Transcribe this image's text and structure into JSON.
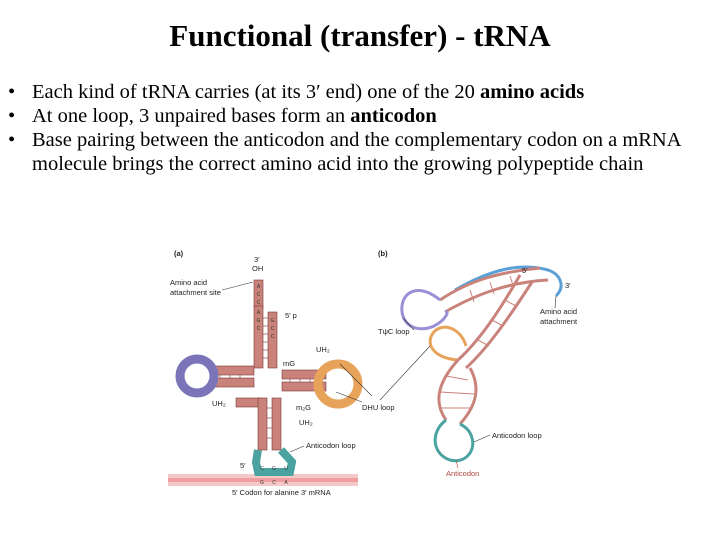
{
  "title": "Functional (transfer) - tRNA",
  "bullets": [
    {
      "pre": "Each kind of tRNA carries (at its 3′ end) one of the 20 ",
      "bold": "amino acids",
      "post": ""
    },
    {
      "pre": "At one loop, 3 unpaired bases form an ",
      "bold": "anticodon",
      "post": ""
    },
    {
      "pre": "Base pairing between the anticodon and the complementary codon on a mRNA molecule brings the correct amino acid into the growing polypeptide chain",
      "bold": "",
      "post": ""
    }
  ],
  "bullet_glyph": "•",
  "figure_a": {
    "panel_label": "(a)",
    "three_prime": "3′",
    "oh": "OH",
    "amino_acid_site": [
      "Amino acid",
      "attachment site"
    ],
    "five_prime_p": "5′ p",
    "mG": "mG",
    "uh2_right": "UH₂",
    "uh2_left": "UH₂",
    "m2G": "m₂G",
    "uh2_lower": "UH₂",
    "anticodon_loop": "Anticodon loop",
    "five_prime": "5′",
    "codon_caption": "5′ Codon for alanine 3′ mRNA",
    "codon_bases": [
      "G",
      "C",
      "A"
    ],
    "anticodon_bases": [
      "C",
      "G",
      "U"
    ],
    "accept_stem_bases": [
      "A",
      "C",
      "C",
      "A",
      "G",
      "C",
      "G",
      "C",
      "C"
    ]
  },
  "figure_b": {
    "panel_label": "(b)",
    "five_prime": "5′",
    "three_prime": "3′",
    "tpsic_loop": "TψC loop",
    "amino_acid_attachment": [
      "Amino acid",
      "attachment"
    ],
    "dhu_loop": "DHU loop",
    "anticodon_loop": "Anticodon loop",
    "anticodon": "Anticodon"
  },
  "colors": {
    "strand_main": "#c9837b",
    "strand_dark": "#7a3a35",
    "tpsic": "#7b74b8",
    "dhu": "#e8a35a",
    "anticodon": "#4aa3a1",
    "acceptor": "#5aa0d6",
    "mrna": "#f2b3b3"
  }
}
